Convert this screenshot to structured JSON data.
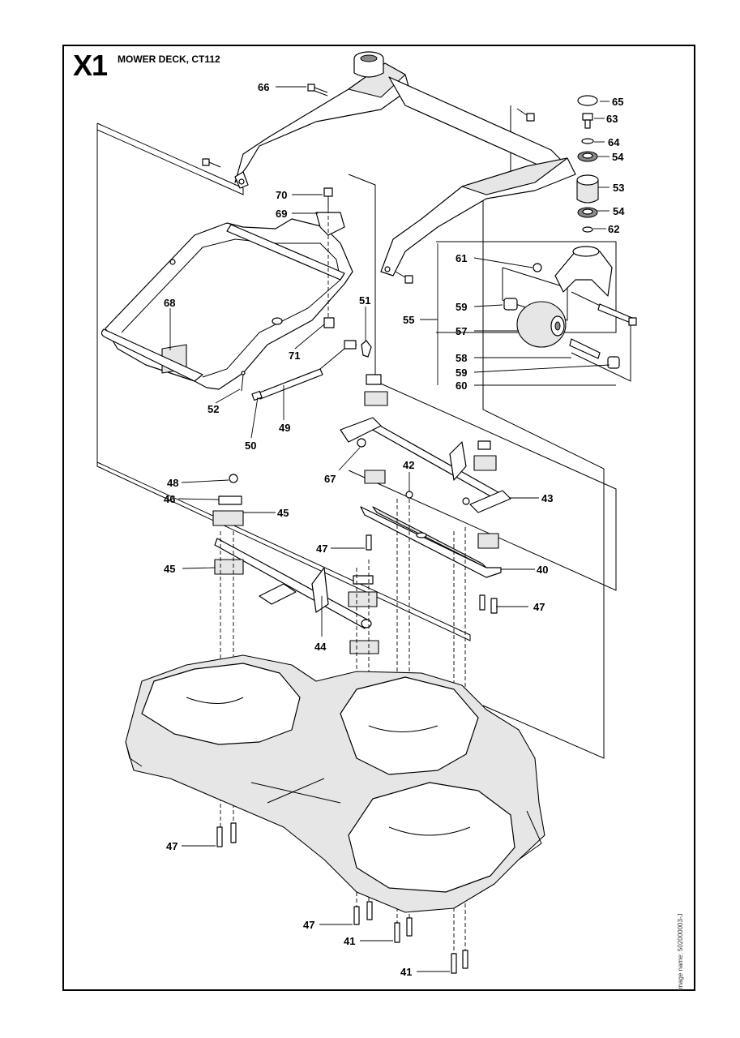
{
  "page_code": "X1",
  "title": "MOWER DECK, CT112",
  "image_name": "Image name: 502000003-J",
  "callouts": {
    "c66": "66",
    "c65": "65",
    "c63": "63",
    "c64": "64",
    "c54a": "54",
    "c53": "53",
    "c54b": "54",
    "c62": "62",
    "c70": "70",
    "c69": "69",
    "c61": "61",
    "c68": "68",
    "c59a": "59",
    "c55": "55",
    "c57": "57",
    "c58": "58",
    "c59b": "59",
    "c60": "60",
    "c51": "51",
    "c71": "71",
    "c52": "52",
    "c49": "49",
    "c50": "50",
    "c67": "67",
    "c42": "42",
    "c48": "48",
    "c46": "46",
    "c45a": "45",
    "c43": "43",
    "c45b": "45",
    "c47a": "47",
    "c40": "40",
    "c47b": "47",
    "c44": "44",
    "c47c": "47",
    "c47d": "47",
    "c41a": "41",
    "c41b": "41"
  }
}
